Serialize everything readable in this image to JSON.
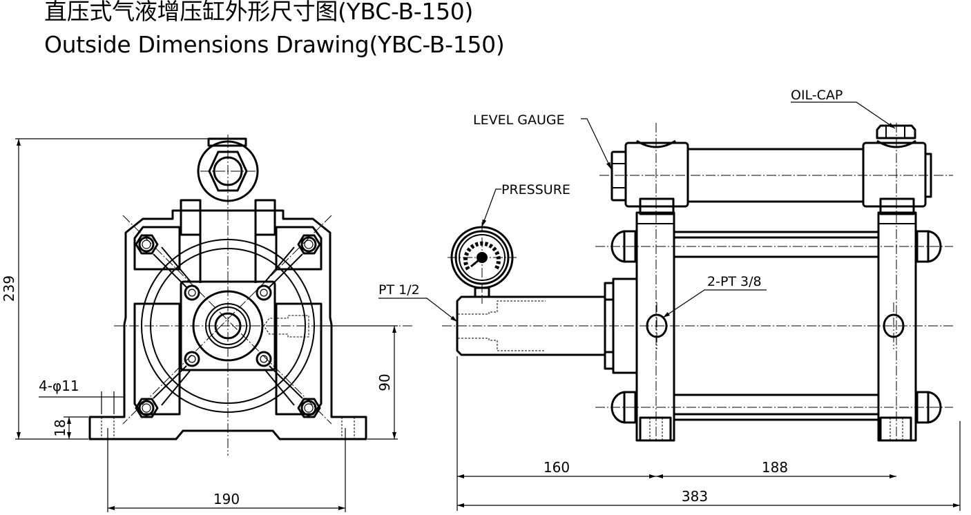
{
  "title": {
    "chinese": "直压式气液增压缸外形尺寸图(YBC-B-150)",
    "english": "Outside Dimensions Drawing(YBC-B-150)"
  },
  "model": "YBC-B-150",
  "front_view": {
    "dimensions": {
      "overall_height": "239",
      "center_height": "90",
      "base_thickness": "18",
      "mounting_hole": "4-φ11",
      "mounting_span": "190"
    }
  },
  "side_view": {
    "callouts": {
      "oil_cap": "OIL-CAP",
      "level_gauge": "LEVEL GAUGE",
      "pressure": "PRESSURE",
      "outlet_port": "PT 1/2",
      "air_ports": "2-PT 3/8"
    },
    "dimensions": {
      "nose_to_front_mount": "160",
      "mount_spacing": "188",
      "overall_length": "383"
    }
  },
  "colors": {
    "line": "#000000",
    "background": "#ffffff"
  }
}
